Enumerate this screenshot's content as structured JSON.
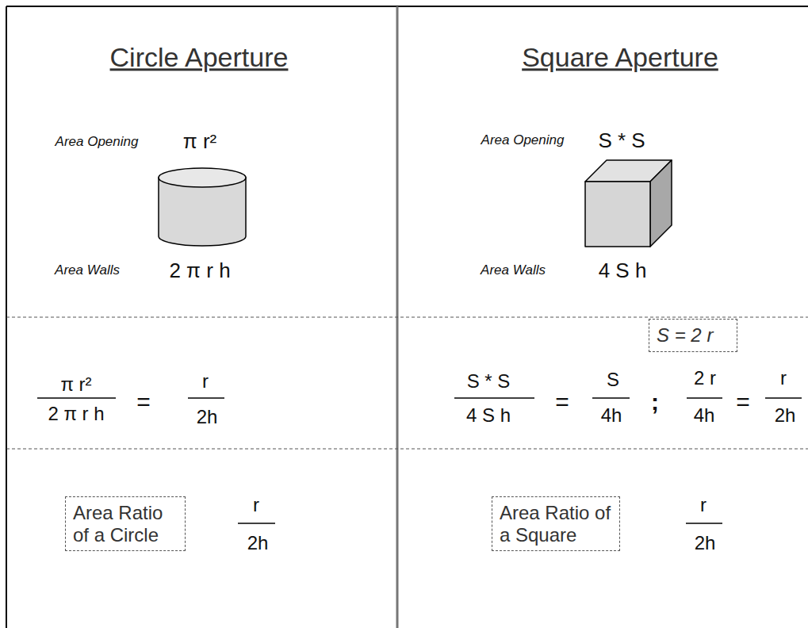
{
  "diagram": {
    "nodes": [
      {
        "text": [
          "S = 2 r"
        ]
      },
      {
        "text": [
          "Area Ratio of a Circle"
        ]
      },
      {
        "text": [
          "Area Ratio of a Square"
        ]
      }
    ],
    "labels": [
      "Circle Aperture",
      "Square Aperture",
      "Area Opening",
      "π r²",
      "Area Walls",
      "2 π r h",
      "Area Opening",
      "S * S",
      "Area Walls",
      "4 S h",
      "π r²",
      "2 π r h",
      "=",
      "r",
      "2h",
      "S * S",
      "4 S h",
      "=",
      "S",
      "4h",
      ";",
      "2 r",
      "4h",
      "=",
      "r",
      "2h",
      "r",
      "2h",
      "r",
      "2h"
    ]
  }
}
